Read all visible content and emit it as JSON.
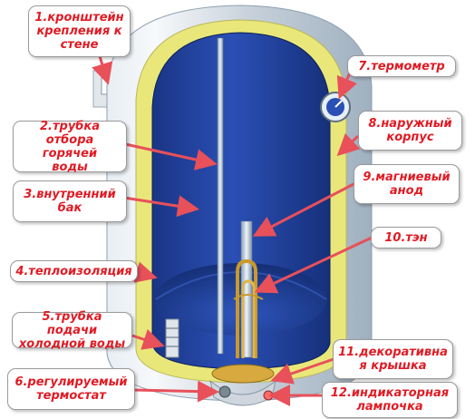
{
  "labels": {
    "bracket": "1.кронштейн\nкрепления к\nстене",
    "hot_pipe": "2.трубка\nотбора горячей\nводы",
    "inner_tank": "3.внутренний\nбак",
    "insulation": "4.теплоизоляция",
    "cold_pipe": "5.трубка подачи\nхолодной воды",
    "thermostat": "6.регулируемый\nтермостат",
    "thermometer": "7.термометр",
    "outer_case": "8.наружный\nкорпус",
    "anode": "9.магниевый\nанод",
    "heater": "10.тэн",
    "cover": "11.декоративна\nя крышка",
    "lamp": "12.индикаторная\nлампочка"
  },
  "colors": {
    "label_text": "#e01b24",
    "arrow": "#e8505a",
    "tank_blue": "#1f3f9a",
    "insulation_yellow": "#e9e77a",
    "shell_silver": "#c9d3dc"
  }
}
